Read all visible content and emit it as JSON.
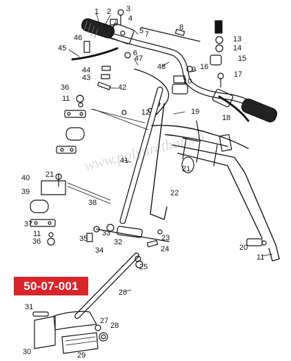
{
  "code_badge": "50-07-001",
  "watermark": "www.polyurethan.ru",
  "colors": {
    "badge": "#d7262b",
    "ink": "#111111",
    "background": "#ffffff"
  },
  "callouts": [
    "1",
    "2",
    "3",
    "4",
    "5",
    "6",
    "7",
    "8",
    "9",
    "10",
    "11",
    "12",
    "13",
    "14",
    "15",
    "16",
    "17",
    "18",
    "19",
    "20",
    "21",
    "22",
    "23",
    "24",
    "25",
    "26",
    "27",
    "28",
    "29",
    "30",
    "31",
    "32",
    "33",
    "34",
    "35",
    "36",
    "37",
    "38",
    "39",
    "40",
    "41",
    "42",
    "43",
    "44",
    "45",
    "46",
    "47",
    "48"
  ],
  "callout_extra": {
    "11b": "11",
    "11c": "11",
    "21b": "21",
    "36b": "36"
  }
}
